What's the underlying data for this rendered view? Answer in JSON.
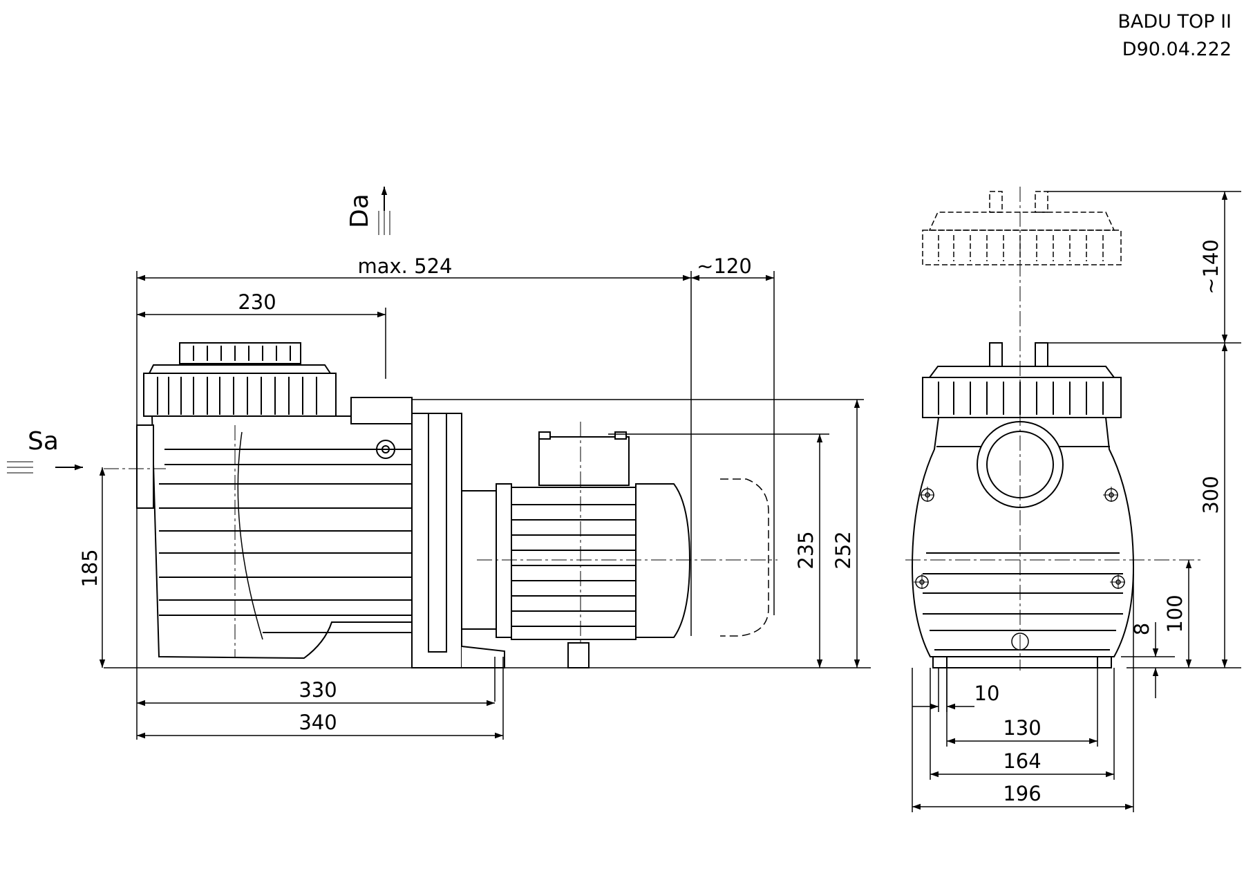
{
  "header": {
    "model": "BADU TOP II",
    "code": "D90.04.222"
  },
  "labels": {
    "suction": "Sa",
    "discharge": "Da"
  },
  "side_view": {
    "max_length": "max. 524",
    "cover_clearance": "~120",
    "top_offset": "230",
    "suction_height": "185",
    "motor_height": "235",
    "total_height": "252",
    "foot_330": "330",
    "foot_340": "340"
  },
  "front_view": {
    "lid_removal": "~140",
    "height": "300",
    "outlet_height": "100",
    "foot_8": "8",
    "foot_10": "10",
    "width_130": "130",
    "width_164": "164",
    "width_196": "196"
  }
}
